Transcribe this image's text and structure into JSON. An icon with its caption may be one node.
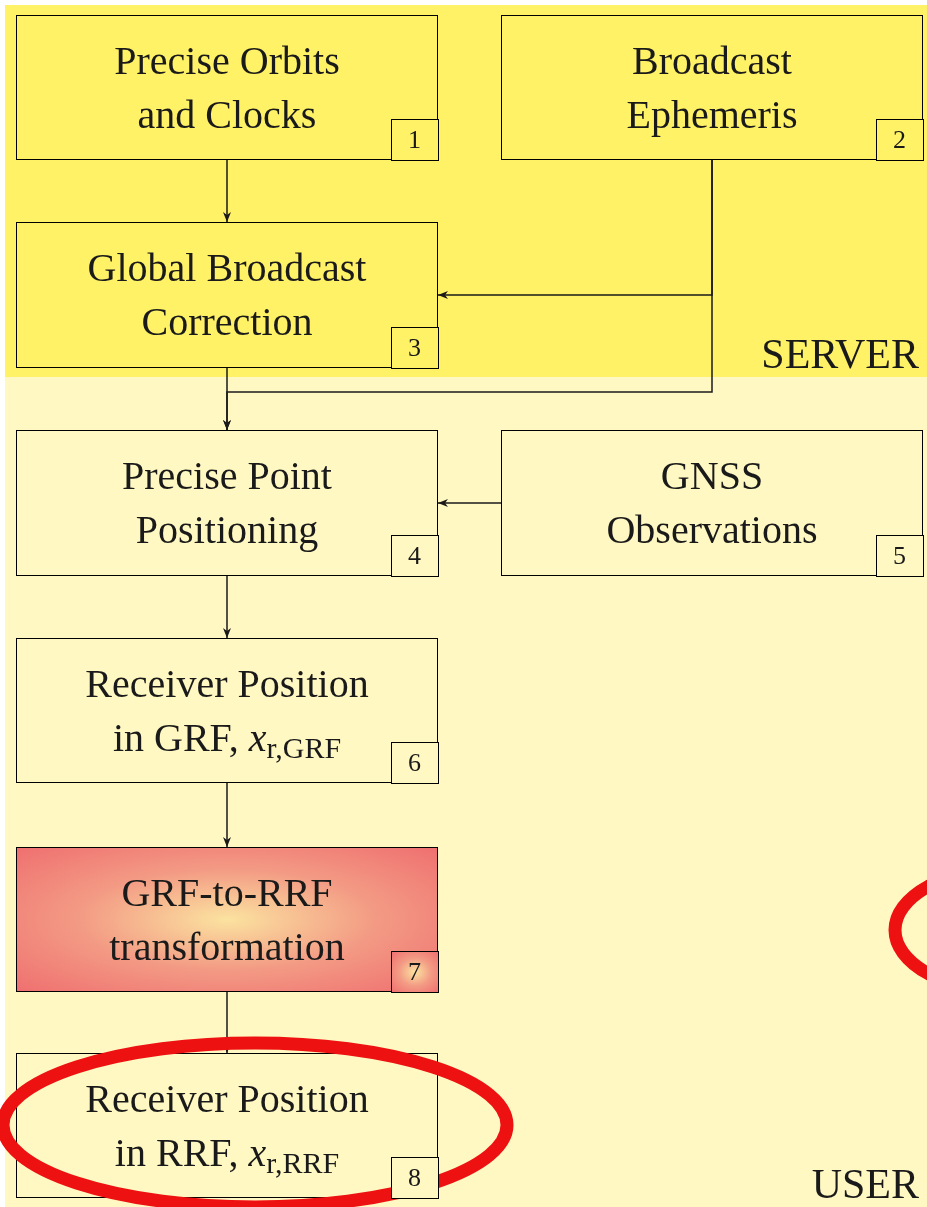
{
  "diagram": {
    "nodes": [
      {
        "text": [
          "SERVER"
        ]
      },
      {
        "text": [
          "Precise Orbits and Clocks",
          "1"
        ],
        "in": 0
      },
      {
        "text": [
          "Broadcast Ephemeris",
          "2"
        ],
        "in": 0
      },
      {
        "text": [
          "Global Broadcast Correction",
          "3"
        ],
        "in": 0
      },
      {
        "text": [
          "USER"
        ]
      },
      {
        "text": [
          "Precise Point Positioning",
          "4"
        ],
        "in": 4
      },
      {
        "text": [
          "GNSS Observations",
          "5"
        ],
        "in": 4
      },
      {
        "text": [
          "Receiver Position in GRF, *x*$_{r,GRF}$",
          "6"
        ],
        "in": 4
      },
      {
        "text": [
          "GRF-to-RRF transformation",
          "7"
        ],
        "in": 4
      },
      {
        "text": [
          "Receiver Position in RRF, *x*$_{r,RRF}$",
          "8"
        ],
        "in": 4
      }
    ],
    "edges": [
      {
        "from": 1,
        "to": 3,
        "arrow": "to"
      },
      {
        "from": 2,
        "to": 3,
        "arrow": "to"
      },
      {
        "from": 3,
        "to": 5,
        "arrow": "to"
      },
      {
        "from": 2,
        "to": 5,
        "arrow": "to"
      },
      {
        "from": 6,
        "to": 5,
        "arrow": "to"
      },
      {
        "from": 5,
        "to": 7,
        "arrow": "to"
      },
      {
        "from": 7,
        "to": 8,
        "arrow": "to"
      },
      {
        "from": 8,
        "to": 9,
        "arrow": "to"
      }
    ]
  }
}
